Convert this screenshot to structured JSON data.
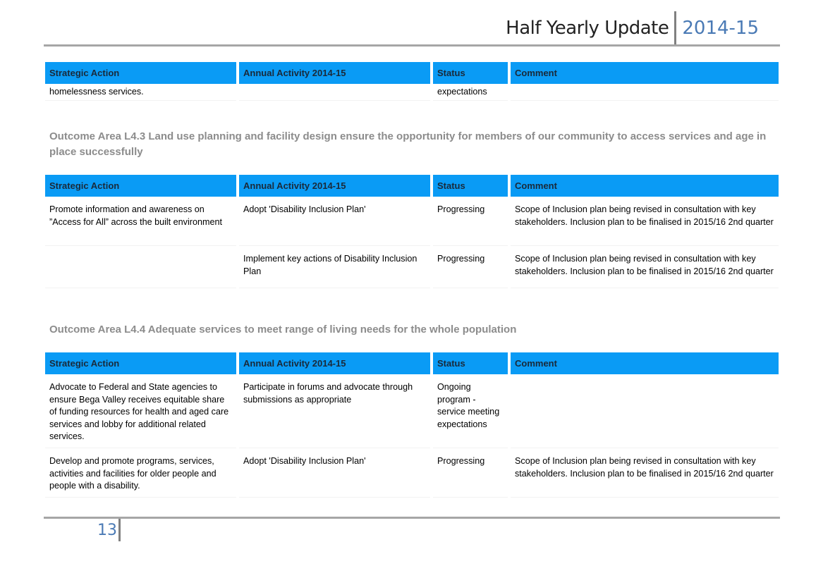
{
  "header": {
    "title": "Half Yearly Update",
    "year": "2014-15"
  },
  "columns": {
    "strategic_action": "Strategic Action",
    "annual_activity": "Annual Activity 2014-15",
    "status": "Status",
    "comment": "Comment"
  },
  "table1": {
    "rows": [
      {
        "action": "homelessness services.",
        "activity": "",
        "status": "expectations",
        "comment": ""
      }
    ]
  },
  "outcome_l43": {
    "title": "Outcome Area L4.3 Land use planning and facility design ensure the opportunity for members of our community to access services and age in place successfully"
  },
  "table2": {
    "rows": [
      {
        "action": "Promote information and awareness on ”Access for All” across the built environment",
        "activity": "Adopt 'Disability Inclusion Plan'",
        "status": "Progressing",
        "comment": "Scope of Inclusion plan being revised in consultation with key stakeholders. Inclusion plan to be finalised in 2015/16 2nd quarter"
      },
      {
        "action": "",
        "activity": "Implement key actions of Disability Inclusion Plan",
        "status": "Progressing",
        "comment": "Scope of Inclusion plan being revised in consultation with key stakeholders. Inclusion plan to be finalised in 2015/16 2nd quarter"
      }
    ]
  },
  "outcome_l44": {
    "title": "Outcome Area L4.4 Adequate services to meet range of living needs for the whole population"
  },
  "table3": {
    "rows": [
      {
        "action": "Advocate to Federal and State agencies to ensure Bega Valley receives equitable share of funding resources for health and aged care services and lobby for additional related services.",
        "activity": "Participate in forums and advocate through submissions as appropriate",
        "status": "Ongoing program - service meeting expectations",
        "comment": ""
      },
      {
        "action": "Develop and promote programs, services, activities and facilities for older people and people with a disability.",
        "activity": "Adopt 'Disability Inclusion Plan'",
        "status": "Progressing",
        "comment": "Scope of Inclusion plan being revised in consultation with key stakeholders. Inclusion plan to be finalised in 2015/16 2nd quarter"
      }
    ]
  },
  "footer": {
    "page_number": "13"
  }
}
